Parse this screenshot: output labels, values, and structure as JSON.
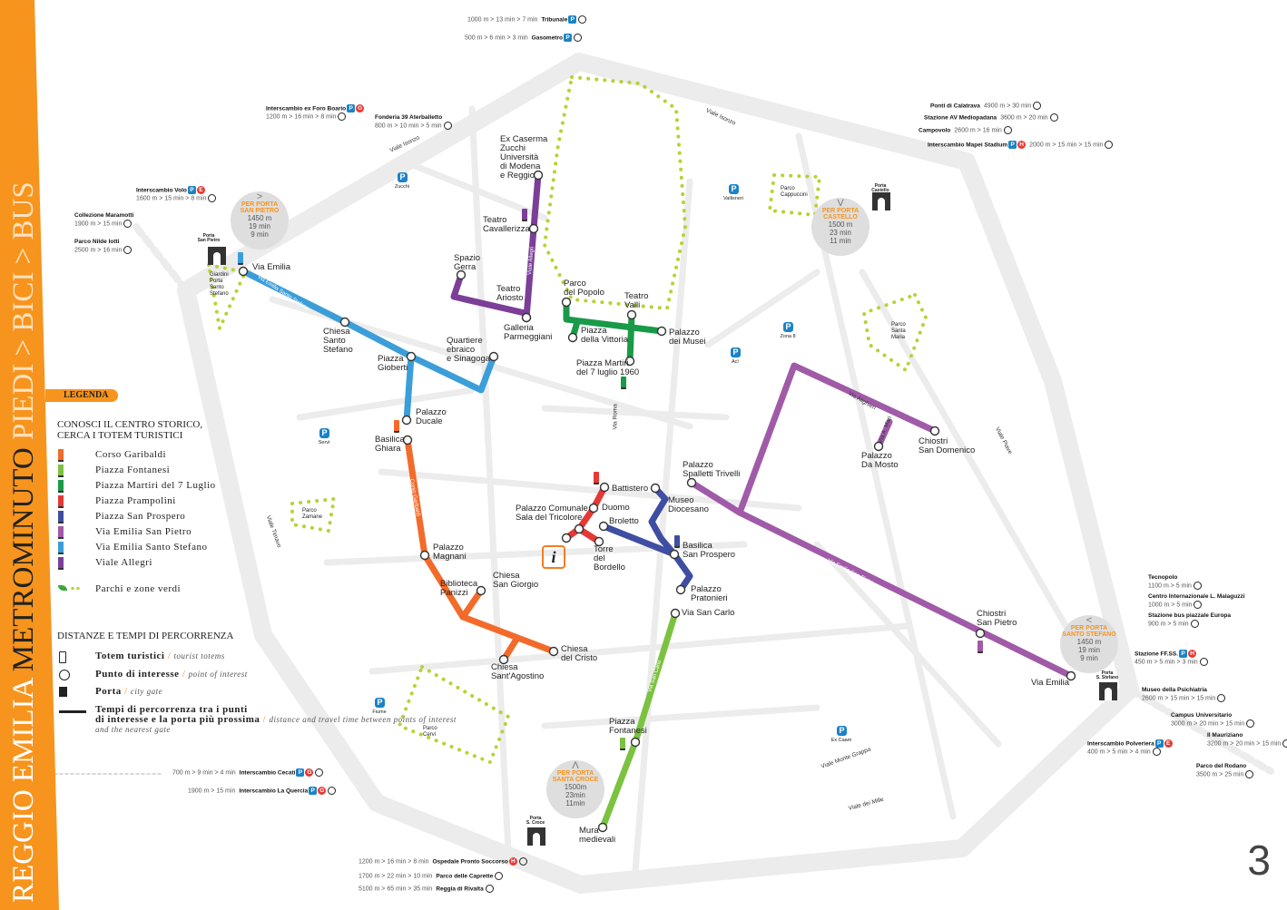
{
  "title": {
    "part1": "REGGIO EMILIA",
    "part2": "METROMINUTO",
    "part3": "PIEDI > BICI > BUS"
  },
  "legend": {
    "badge": "LEGENDA",
    "heading1": "CONOSCI IL CENTRO STORICO,\nCERCA I TOTEM TURISTICI",
    "totems": [
      {
        "label": "Corso Garibaldi",
        "color": "#f26b2a"
      },
      {
        "label": "Piazza Fontanesi",
        "color": "#7cc242"
      },
      {
        "label": "Piazza Martiri del 7 Luglio",
        "color": "#1a9a48"
      },
      {
        "label": "Piazza Prampolini",
        "color": "#e53935"
      },
      {
        "label": "Piazza San Prospero",
        "color": "#3f4ea1"
      },
      {
        "label": "Via Emilia San Pietro",
        "color": "#a05ba8"
      },
      {
        "label": "Via Emilia Santo Stefano",
        "color": "#3b9ed9"
      },
      {
        "label": "Viale Allegri",
        "color": "#7b3f98"
      }
    ],
    "parks": "Parchi e zone verdi",
    "heading2": "DISTANZE E TEMPI DI PERCORRENZA",
    "symbols": [
      {
        "label": "Totem turistici",
        "en": "tourist totems"
      },
      {
        "label": "Punto di interesse",
        "en": "point of interest"
      },
      {
        "label": "Porta",
        "en": "city gate"
      },
      {
        "label": "Tempi di percorrenza tra i punti\ndi interesse e la porta più prossima",
        "en": "distance and travel time between points of interest\nand the nearest gate"
      }
    ]
  },
  "stops": [
    "Ex Caserma\nZucchi\nUniversità\ndi Modena\ne Reggio",
    "Teatro\nCavallerizza",
    "Spazio\nGerra",
    "Teatro\nAriosto",
    "Galleria\nParmeggiani",
    "Parco\ndel Popolo",
    "Teatro\nValli",
    "Piazza\ndella Vittoria",
    "Palazzo\ndei Musei",
    "Piazza Martiri\ndel 7 luglio 1960",
    "Chiesa\nSanto\nStefano",
    "Piazza\nGioberti",
    "Quartiere\nebraico\ne Sinagoga",
    "Via Emilia",
    "Palazzo\nDucale",
    "Basilica\nGhiara",
    "Palazzo\nMagnani",
    "Biblioteca\nPanizzi",
    "Chiesa\nSan Giorgio",
    "Chiesa\ndel Cristo",
    "Chiesa\nSant'Agostino",
    "Battistero",
    "Duomo",
    "Palazzo Comunale\nSala del Tricolore",
    "Broletto",
    "Torre\ndel\nBordello",
    "Museo\nDiocesano",
    "Basilica\nSan Prospero",
    "Palazzo\nPratonieri",
    "Via San Carlo",
    "Piazza\nFontanesi",
    "Mura\nmedievali",
    "Palazzo\nSpalletti Trivelli",
    "Palazzo\nDa Mosto",
    "Chiostri\nSan Domenico",
    "Chiostri\nSan Pietro",
    "Via Emilia"
  ],
  "streets": [
    "Viale Isonzo",
    "Viale Isonzo",
    "Via Emilia Santo Stefano",
    "Viale Allegri",
    "Corso Garibaldi",
    "Via Roma",
    "Via Emilia San Pietro",
    "Viale Piave",
    "Via San Carlo",
    "Viale Monte Grappa",
    "Viale dei Mille",
    "Viale Timavo",
    "Via Alighieri",
    "Via A. Mari"
  ],
  "gates": [
    {
      "arrow": ">",
      "title": "PER PORTA\nSAN PIETRO",
      "dist": "1450 m",
      "walk": "19 min",
      "bike": "9 min"
    },
    {
      "arrow": "V",
      "title": "PER PORTA\nCASTELLO",
      "dist": "1500 m",
      "walk": "23 min",
      "bike": "11 min"
    },
    {
      "arrow": "Λ",
      "title": "PER PORTA\nSANTA CROCE",
      "dist": "1500m",
      "walk": "23min",
      "bike": "11min"
    },
    {
      "arrow": "<",
      "title": "PER PORTA\nSANTO STEFANO",
      "dist": "1450 m",
      "walk": "19 min",
      "bike": "9 min"
    }
  ],
  "gate_names": [
    "Porta\nSan Pietro",
    "Porta\nCastello",
    "Porta\nS. Croce",
    "Porta\nS. Stefano"
  ],
  "parks": [
    "Giardini\nPorta\nSanto\nStefano",
    "Parco\nCappuccini",
    "Parco\nSanta\nMaria",
    "Parco\nZamane",
    "Parco\nCervi"
  ],
  "parking": [
    "Zucchi",
    "Vallisneri",
    "Zona 8",
    "Acì",
    "Servi",
    "Fiume",
    "Ex Caam"
  ],
  "pois": [
    {
      "name": "Tribunale",
      "info": "1000 m > 13 min > 7 min"
    },
    {
      "name": "Gasometro",
      "info": "500 m > 6 min > 3 min"
    },
    {
      "name": "Interscambio ex Foro Boario",
      "info": "1200 m > 16 min > 8 min"
    },
    {
      "name": "Fonderia 39 Aterballetto",
      "info": "800 m > 10 min > 5 min"
    },
    {
      "name": "Interscambio Volo",
      "info": "1600 m > 15 min > 8 min"
    },
    {
      "name": "Collezione Maramotti",
      "info": "1900 m > 15 min"
    },
    {
      "name": "Parco Nilde Iotti",
      "info": "2500 m > 16 min"
    },
    {
      "name": "Ponti di Calatrava",
      "info": "4900 m > 30 min"
    },
    {
      "name": "Stazione AV Mediopadana",
      "info": "3600 m > 20 min"
    },
    {
      "name": "Campovolo",
      "info": "2600 m > 16 min"
    },
    {
      "name": "Interscambio Mapei Stadium",
      "info": "2000 m > 15 min > 15 min"
    },
    {
      "name": "Tecnopolo",
      "info": "1100 m > 5 min"
    },
    {
      "name": "Centro Internazionale L. Malaguzzi",
      "info": "1000 m > 5 min"
    },
    {
      "name": "Stazione bus piazzale Europa",
      "info": "900 m > 5 min"
    },
    {
      "name": "Stazione FF.SS.",
      "info": "450 m > 5 min > 3 min"
    },
    {
      "name": "Museo della Psichiatria",
      "info": "2600 m > 15 min > 15 min"
    },
    {
      "name": "Campus Universitario",
      "info": "3000 m > 20 min > 15 min"
    },
    {
      "name": "Il Mauriziano",
      "info": "3200 m > 20 min > 15 min"
    },
    {
      "name": "Interscambio Polveriera",
      "info": "400 m > 5 min > 4 min"
    },
    {
      "name": "Parco del Rodano",
      "info": "3500 m > 25 min"
    },
    {
      "name": "Interscambio Cecati",
      "info": "700 m > 9 min > 4 min"
    },
    {
      "name": "Interscambio La Quercia",
      "info": "1900 m > 15 min"
    },
    {
      "name": "Ospedale Pronto Soccorso",
      "info": "1200 m > 16 min > 8 min"
    },
    {
      "name": "Parco delle Caprette",
      "info": "1700 m > 22 min > 10 min"
    },
    {
      "name": "Reggia di Rivalta",
      "info": "5100 m > 65 min > 35 min"
    }
  ],
  "info_point": "i",
  "page_number": "3",
  "colors": {
    "accent": "#f7941d",
    "road": "#ebebeb",
    "park": "#b5d334"
  }
}
